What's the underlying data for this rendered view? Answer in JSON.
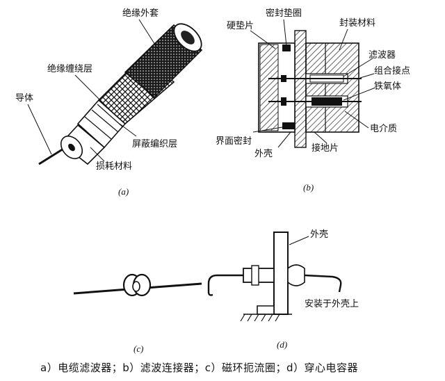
{
  "panel_a": {
    "label_outer_jacket": "绝缘外套",
    "label_insulation_wrap": "绝缘缠绕层",
    "label_conductor": "导体",
    "label_shield_braid": "屏蔽编织层",
    "label_lossy_material": "损耗材料",
    "sub_label": "(a)"
  },
  "panel_b": {
    "label_seal_gasket": "密封垫圈",
    "label_hard_pad": "硬垫片",
    "label_potting": "封装材料",
    "label_filter": "滤波器",
    "label_combined_contact": "组合接点",
    "label_ferrite": "铁氧体",
    "label_dielectric": "电介质",
    "label_interface_seal": "界面密封",
    "label_shell": "外壳",
    "label_ground_plate": "接地片",
    "sub_label": "(b)"
  },
  "panel_c": {
    "sub_label": "(c)"
  },
  "panel_d": {
    "label_shell": "外壳",
    "label_mount": "安装于外壳上",
    "sub_label": "(d)"
  },
  "caption": "a）电缆滤波器；b）滤波连接器；c）磁环扼流圈；d）穿心电容器"
}
